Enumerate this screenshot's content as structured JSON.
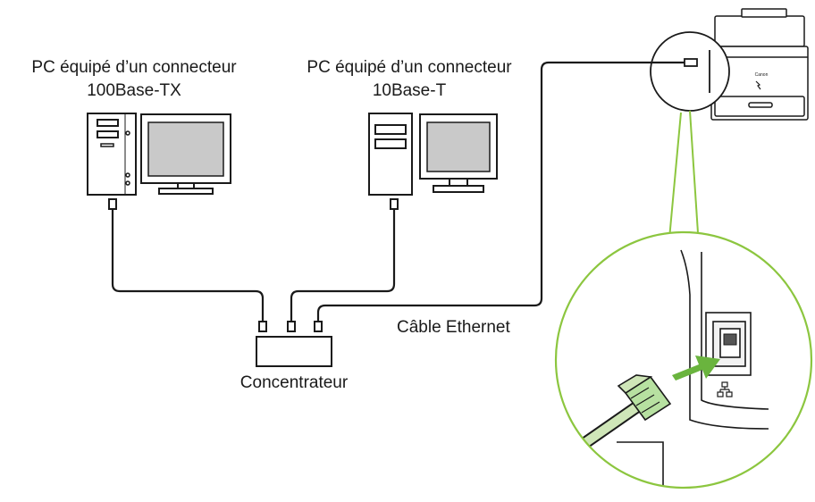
{
  "labels": {
    "pc1_line1": "PC équipé d’un connecteur",
    "pc1_line2": "100Base-TX",
    "pc2_line1": "PC équipé d’un connecteur",
    "pc2_line2": "10Base-T",
    "cable": "Câble Ethernet",
    "hub": "Concentrateur"
  },
  "printer_brand": "Canon",
  "colors": {
    "line": "#1a1a1a",
    "screen": "#c9c9c9",
    "zoom_circle": "#8cc63f",
    "connector": "#b7e1a1",
    "cable_green": "#cfe6b8",
    "arrow": "#6ab43e"
  }
}
